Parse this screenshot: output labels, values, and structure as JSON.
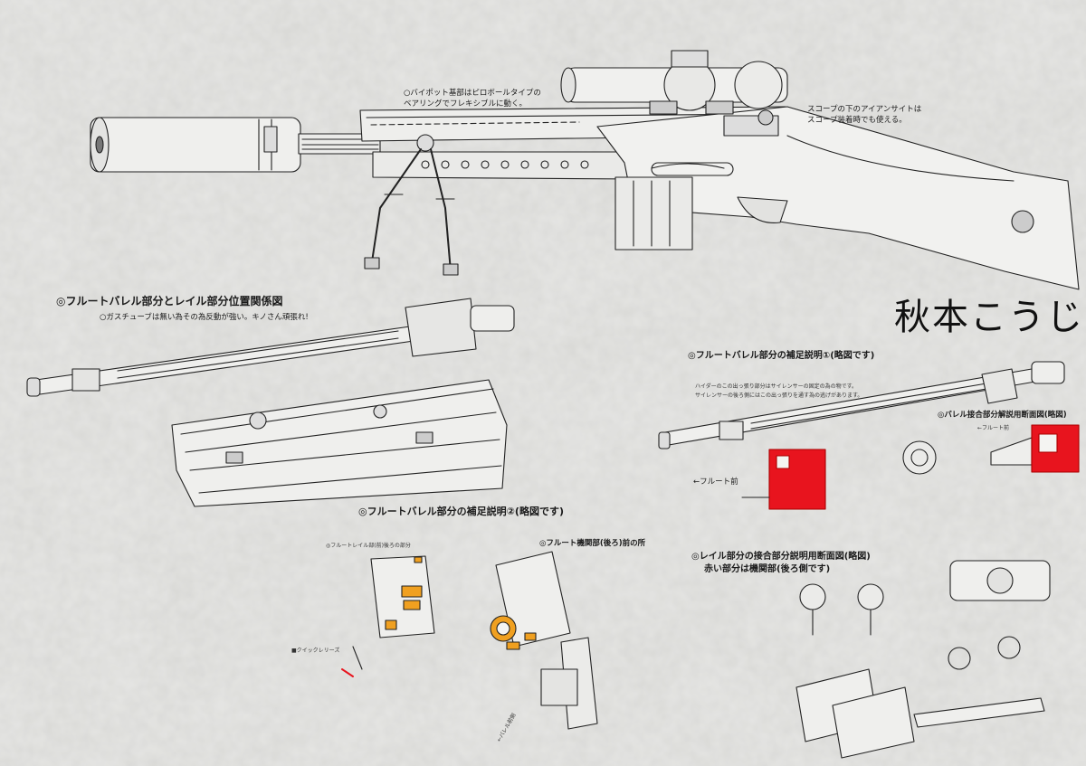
{
  "colors": {
    "paper": "#cfcfcd",
    "ink": "#1a1a1a",
    "red": "#e8141e",
    "orange": "#f0a020"
  },
  "signature": "秋本こうじ",
  "icons": [
    "suppressor",
    "rifle-side-view",
    "bipod",
    "scope",
    "fluted-barrel",
    "receiver-rail",
    "cross-section",
    "part-detail"
  ],
  "main_rifle": {
    "note_bipod": [
      "○バイポット基部はピロボールタイプの",
      "ベアリングでフレキシブルに動く。"
    ],
    "note_sight": [
      "スコープの下のアイアンサイトは",
      "スコープ装着時でも使える。"
    ]
  },
  "section1": {
    "title": "◎フルートバレル部分とレイル部分位置関係図",
    "subtitle": "○ガスチューブは無い為その為反動が強い。キノさん頑張れ!"
  },
  "section2": {
    "title": "◎フルートバレル部分の補足説明①(略図です)",
    "note": [
      "ハイダーのこの出っ張り部分はサイレンサーの固定の為の物です。",
      "サイレンサーの後ろ側にはこの出っ張りを通す為の逃げがあります。"
    ],
    "flute_front": "←フルート前",
    "cross_title": "◎バレル接合部分解説用断面図(略図)",
    "cross_label": "←フルート前"
  },
  "section3": {
    "title": "◎レイル部分の接合部分説明用断面図(略図)",
    "subtitle": "赤い部分は機関部(後ろ側です)"
  },
  "section4": {
    "title": "◎フルートバレル部分の補足説明②(略図です)",
    "left_caption": "◎フルートレイル部(前)後ろの部分",
    "right_caption": "◎フルート機関部(後ろ)前の所",
    "quick_release": "■クイックレリーズ",
    "barrel_side": "←バレル前側"
  }
}
